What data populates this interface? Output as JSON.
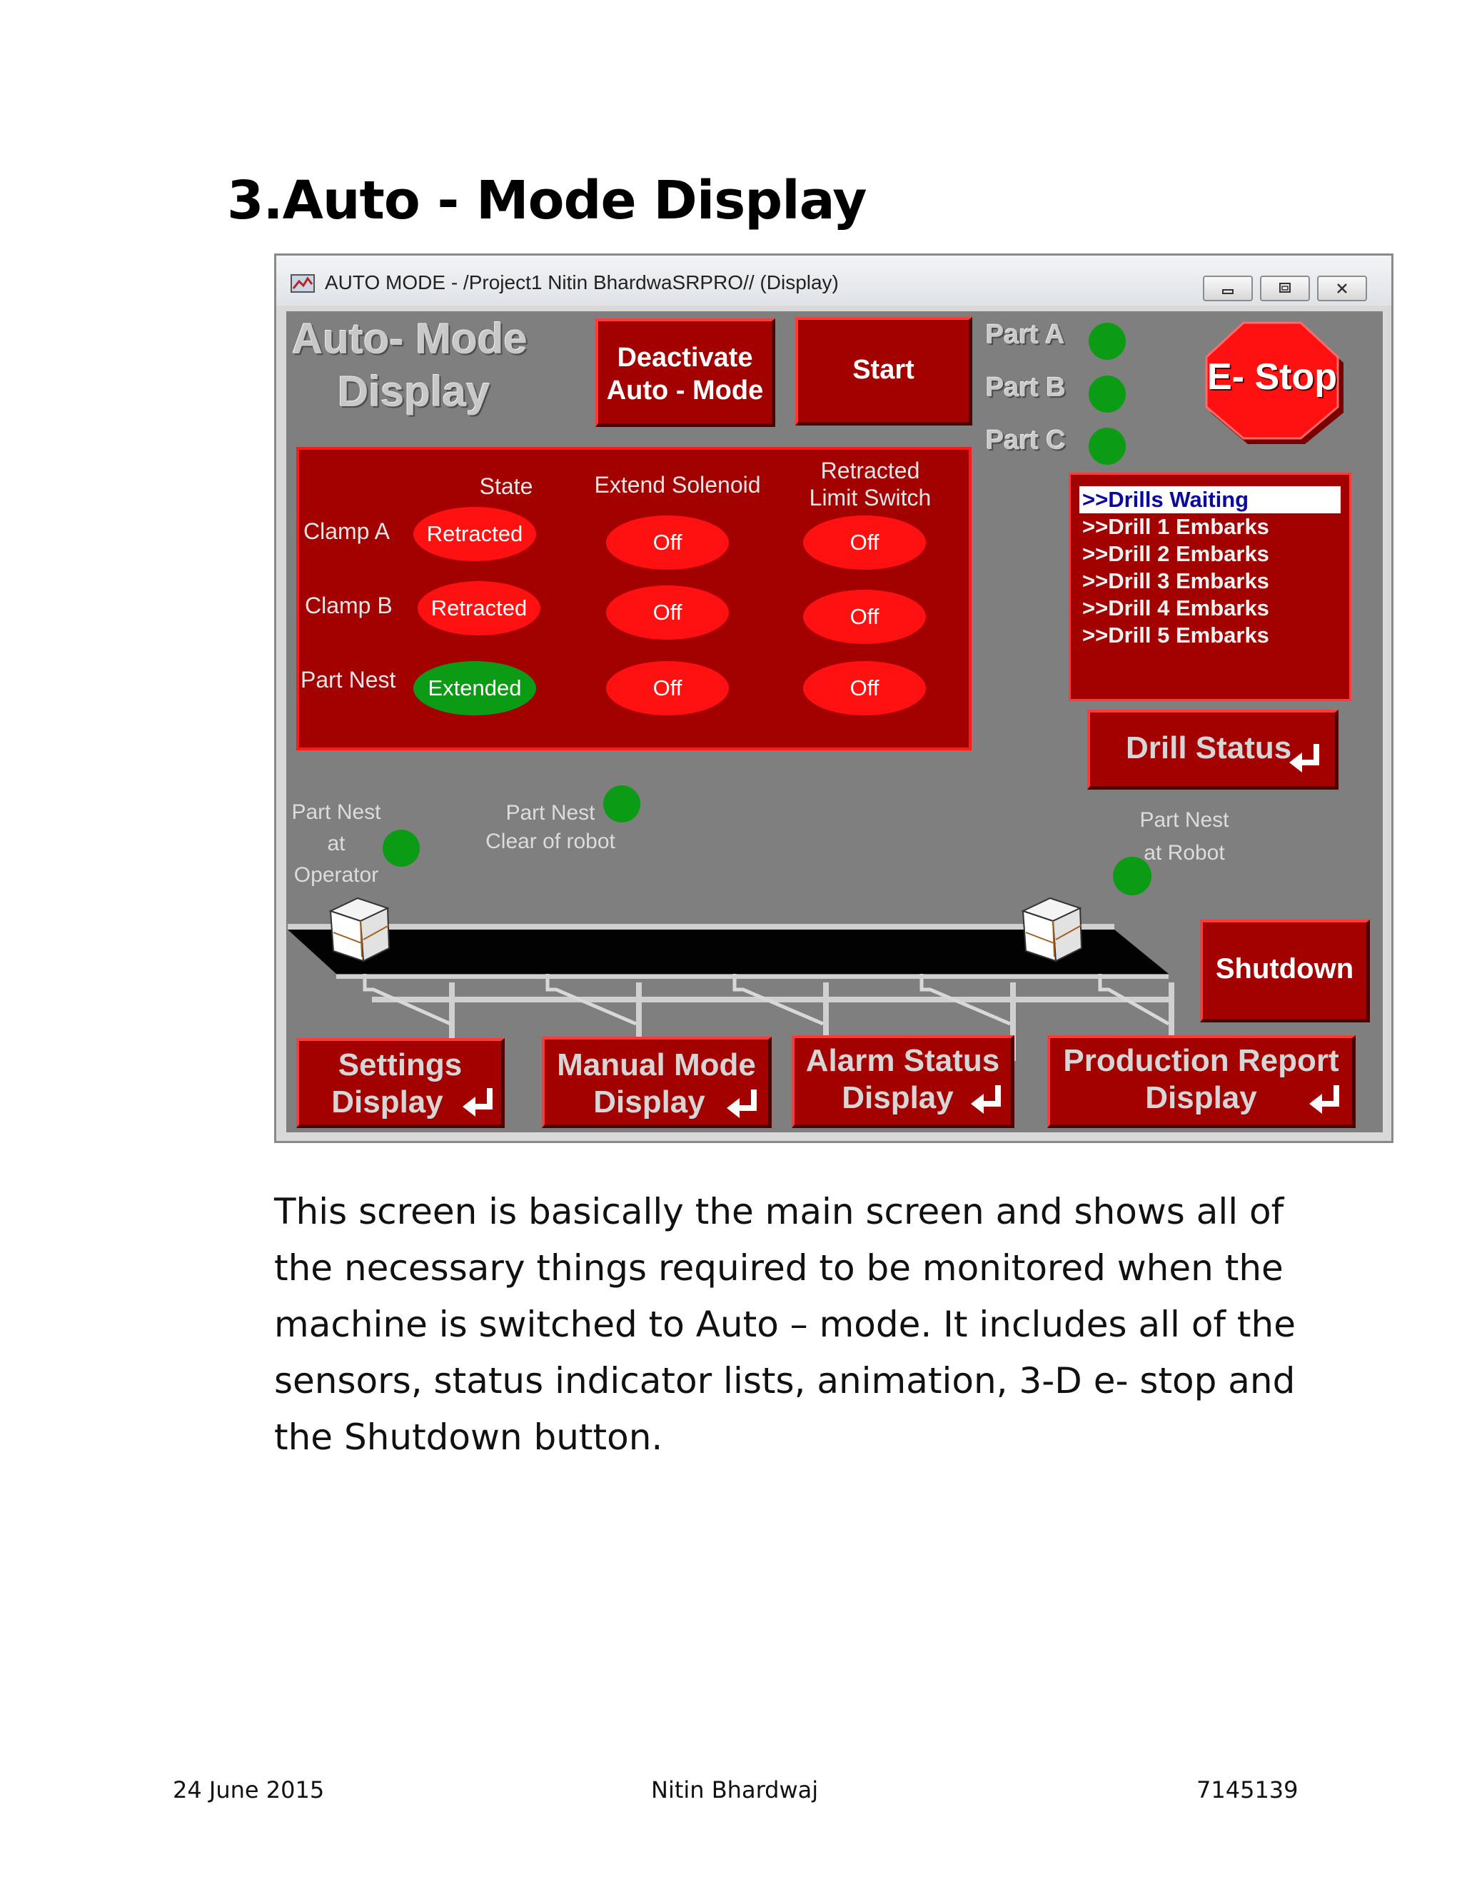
{
  "document": {
    "heading": "3.Auto - Mode Display",
    "paragraph": "This screen is basically the main screen and shows all of the necessary things required to be monitored when the machine is switched to Auto – mode. It includes all of the sensors, status indicator lists, animation, 3-D e- stop and the Shutdown button.",
    "footer": {
      "date": "24 June 2015",
      "author": "Nitin Bhardwaj",
      "id": "7145139"
    }
  },
  "window": {
    "title": "AUTO MODE - /Project1 Nitin BhardwaSRPRO// (Display)",
    "app_icon": "app-icon",
    "controls": [
      "minimize-icon",
      "maximize-icon",
      "close-icon"
    ]
  },
  "hmi": {
    "screen_title_line1": "Auto- Mode",
    "screen_title_line2": "Display",
    "deactivate_line1": "Deactivate",
    "deactivate_line2": "Auto - Mode",
    "start": "Start",
    "parts": [
      {
        "label": "Part A",
        "status_color": "#0c9b15"
      },
      {
        "label": "Part B",
        "status_color": "#0c9b15"
      },
      {
        "label": "Part C",
        "status_color": "#0c9b15"
      }
    ],
    "estop": "E- Stop",
    "status_table": {
      "headers": [
        "State",
        "Extend Solenoid",
        "Retracted\nLimit Switch"
      ],
      "header3_line1": "Retracted",
      "header3_line2": "Limit Switch",
      "rows": [
        {
          "label": "Clamp A",
          "state": "Retracted",
          "solenoid": "Off",
          "limit": "Off"
        },
        {
          "label": "Clamp B",
          "state": "Retracted",
          "solenoid": "Off",
          "limit": "Off"
        },
        {
          "label": "Part Nest",
          "state": "Extended",
          "solenoid": "Off",
          "limit": "Off"
        }
      ]
    },
    "drill_list": [
      ">>Drills Waiting",
      ">>Drill 1 Embarks",
      ">>Drill 2 Embarks",
      ">>Drill 3 Embarks",
      ">>Drill 4 Embarks",
      ">>Drill 5 Embarks"
    ],
    "drill_status": "Drill Status",
    "sensors": {
      "nest_operator_line1": "Part Nest",
      "nest_operator_line2": "at Operator",
      "nest_clear_line1": "Part Nest",
      "nest_clear_line2": "Clear of robot",
      "nest_robot_line1": "Part Nest",
      "nest_robot_line2": "at Robot"
    },
    "shutdown": "Shutdown",
    "nav": {
      "settings_line1": "Settings",
      "settings_line2": "Display",
      "manual_line1": "Manual Mode",
      "manual_line2": "Display",
      "alarm_line1": "Alarm Status",
      "alarm_line2": "Display",
      "report_line1": "Production Report",
      "report_line2": "Display"
    },
    "colors": {
      "panel_red": "#a30000",
      "pill_red": "#ff1111",
      "indicator_green": "#0c9b15",
      "background_gray": "#7f7f7f"
    }
  }
}
